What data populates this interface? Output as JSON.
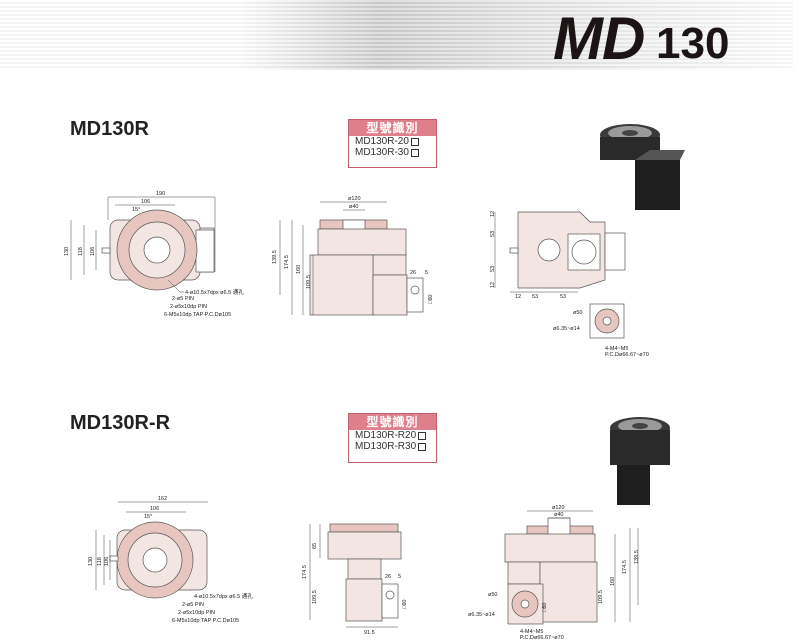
{
  "header": {
    "model": "MD",
    "size": "130"
  },
  "sections": [
    {
      "title": "MD130R",
      "table": {
        "heading": "型號識別",
        "rows": [
          "MD130R-20",
          "MD130R-30"
        ]
      },
      "top_view": {
        "dims": [
          "190",
          "106",
          "15°",
          "130",
          "118",
          "106"
        ],
        "notes": [
          "4-ø10.5x7dpx ø6.5 通孔",
          "2-ø5 PIN",
          "2-ø5x10dp PIN",
          "6-M5x10dp TAP P.C.Dø105"
        ]
      },
      "side_view": {
        "dims": [
          "ø120",
          "ø40",
          "139.5",
          "174.5",
          "160",
          "109.5",
          "26",
          "5",
          "□60"
        ]
      },
      "bottom_view": {
        "dims": [
          "12",
          "53",
          "53",
          "12",
          "12",
          "53",
          "53"
        ],
        "flange": [
          "ø50",
          "ø6.35~ø14",
          "4-M4~M5",
          "P.C.Dø66.67~ø70"
        ]
      }
    },
    {
      "title": "MD130R-R",
      "table": {
        "heading": "型號識別",
        "rows": [
          "MD130R-R20",
          "MD130R-R30"
        ]
      },
      "top_view": {
        "dims": [
          "162",
          "106",
          "15°",
          "130",
          "118",
          "106"
        ],
        "notes": [
          "4-ø10.5x7dpx ø6.5 通孔",
          "2-ø5 PIN",
          "2-ø5x10dp PIN",
          "6-M5x10dp TAP P.C.Dø105"
        ]
      },
      "side_view": {
        "dims": [
          "65",
          "174.5",
          "109.5",
          "26",
          "5",
          "□60",
          "91.5"
        ]
      },
      "front_view": {
        "dims": [
          "ø120",
          "ø40",
          "139.5",
          "174.5",
          "160",
          "109.5",
          "□60"
        ],
        "flange": [
          "ø50",
          "ø6.35~ø14",
          "4-M4~M5",
          "P.C.Dø66.67~ø70"
        ]
      }
    }
  ]
}
